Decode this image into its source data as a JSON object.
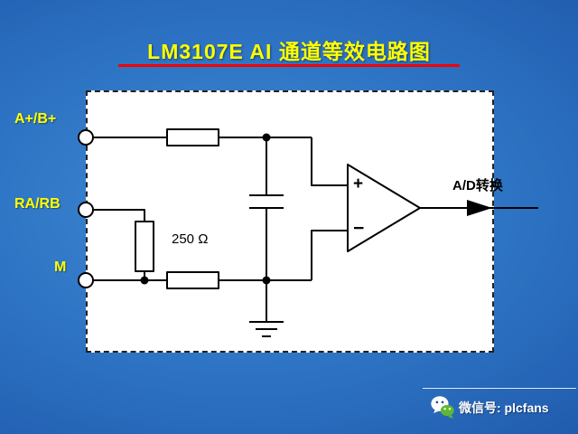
{
  "title": {
    "text": "LM3107E AI 通道等效电路图"
  },
  "circuit": {
    "terminals": [
      {
        "label": "A+/B+"
      },
      {
        "label": "RA/RB"
      },
      {
        "label": "M"
      }
    ],
    "resistor_value": "250 Ω",
    "opamp": {
      "plus": "+",
      "minus": "−"
    },
    "output_label": "A/D转换"
  },
  "footer": {
    "wechat_id": "微信号: plcfans"
  },
  "colors": {
    "background_center": "#3f8cd6",
    "background_edge": "#143f8e",
    "title_text": "#ffff00",
    "title_underline": "#f40000",
    "terminal_label": "#ffff00",
    "circuit_ink": "#000000",
    "canvas": "#ffffff",
    "wechat_green": "#5fb832",
    "footer_text": "#ffffff"
  }
}
